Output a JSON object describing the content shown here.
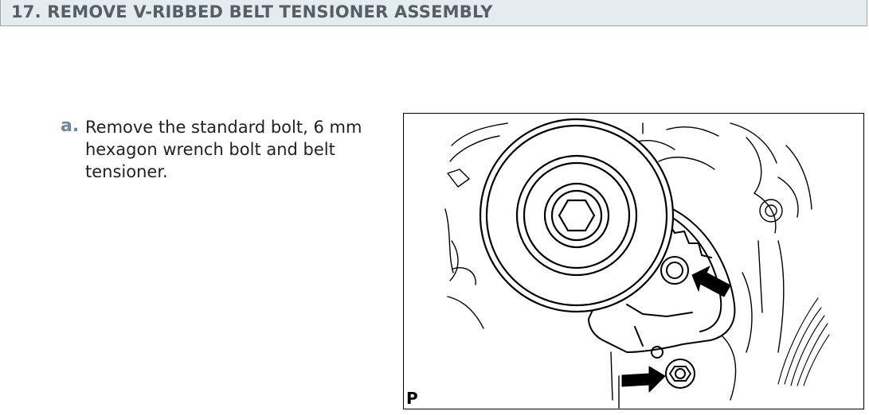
{
  "section": {
    "title": "17. REMOVE V-RIBBED BELT TENSIONER ASSEMBLY"
  },
  "step": {
    "marker": "a.",
    "text": "Remove the standard bolt, 6 mm hexagon wrench bolt and belt tensioner."
  },
  "figure": {
    "code_label": "P",
    "icons": [
      "belt-tensioner-illustration",
      "arrow-icon"
    ]
  },
  "colors": {
    "header_bg": "#e4ecf0",
    "header_text": "#555f66",
    "marker": "#6a8aa3"
  }
}
